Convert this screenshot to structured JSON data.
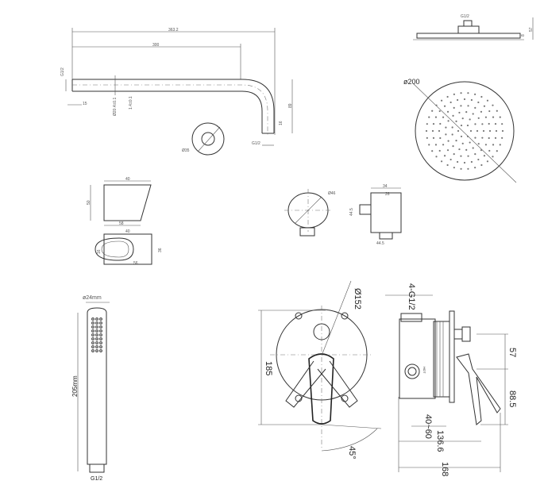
{
  "shower_arm": {
    "overall_length": "363.2",
    "straight_length": "300",
    "inlet_thread": "G1/2",
    "inlet_depth": "15",
    "tube_diameter": "Ø20.4±0.1",
    "wall_thickness": "1.4±0.1",
    "drop_height": "89",
    "outlet_depth": "16",
    "outlet_thread": "G1/2",
    "flange_diameter": "Ø35"
  },
  "shower_head": {
    "connector_thread": "G1/2",
    "height": "57",
    "plate_thickness": "8",
    "diameter": "ø200"
  },
  "wall_elbow": {
    "top_width": "40",
    "height": "50",
    "bottom_width": "58",
    "plan_width": "40",
    "plan_depth": "36",
    "plan_inner": "16",
    "plan_bottom": "56",
    "outlet_diameter": "Ø46",
    "side_height": "44.5",
    "side_width_a": "34",
    "side_width_b": "26",
    "side_depth": "44.5"
  },
  "hand_shower": {
    "diameter": "ø24mm",
    "length": "205mm",
    "thread": "G1/2"
  },
  "mixer_valve": {
    "plate_diameter": "Ø152",
    "height": "185",
    "rotation_angle": "45°",
    "inlets": "4-G1/2",
    "upper_offset": "57",
    "lower_offset": "88.5",
    "wall_depth_range": "40~60",
    "depth_to_handle": "136.6",
    "overall_depth": "168",
    "hot_label": "HOT"
  }
}
